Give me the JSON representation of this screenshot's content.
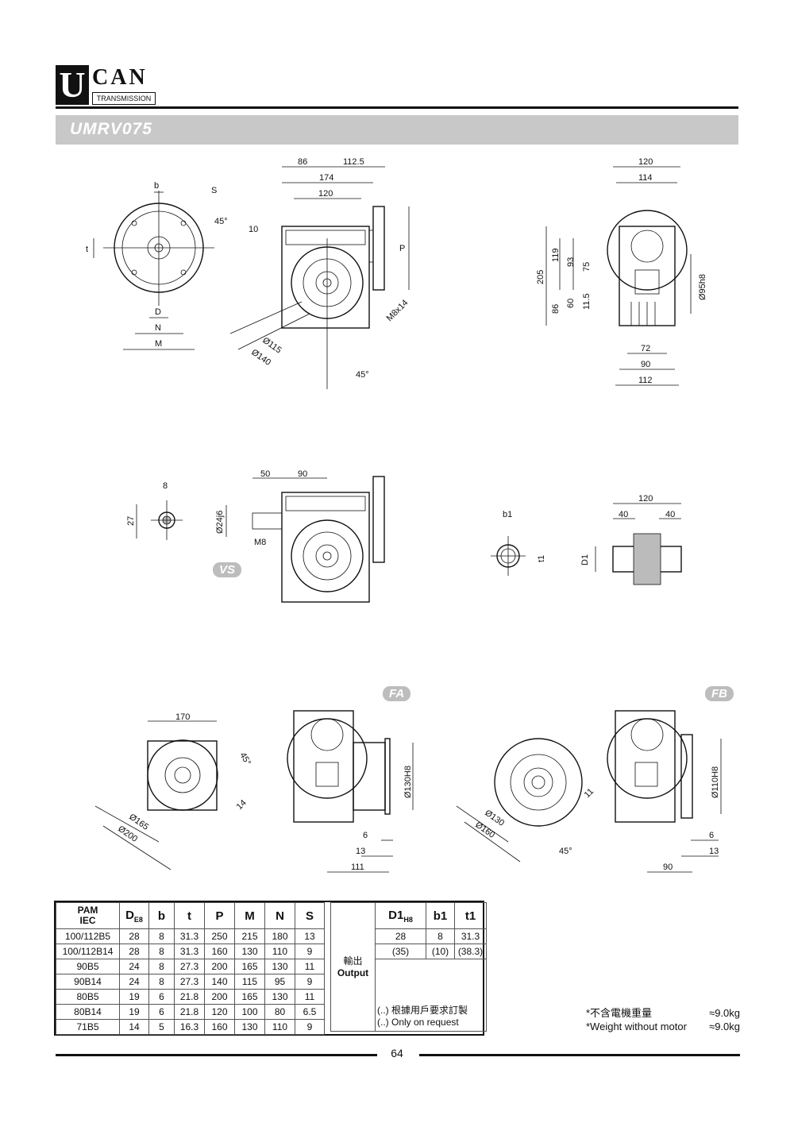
{
  "brand": {
    "initial": "U",
    "name": "CAN",
    "sub": "TRANSMISSION"
  },
  "title": "UMRV075",
  "badges": {
    "vs": "VS",
    "fa": "FA",
    "fb": "FB"
  },
  "dims": {
    "top_left": [
      "b",
      "S",
      "45°",
      "t",
      "D",
      "N",
      "M"
    ],
    "top_center": [
      "86",
      "112.5",
      "174",
      "120",
      "10",
      "P",
      "M8x14",
      "Ø115",
      "Ø140",
      "45°"
    ],
    "top_right": [
      "120",
      "114",
      "205",
      "119",
      "93",
      "75",
      "86",
      "60",
      "11.5",
      "Ø95h8",
      "72",
      "90",
      "112"
    ],
    "mid_left": [
      "8",
      "27",
      "50",
      "90",
      "Ø24j6",
      "M8"
    ],
    "mid_right": [
      "b1",
      "t1",
      "D1",
      "120",
      "40",
      "40"
    ],
    "bottom_left": [
      "170",
      "45°",
      "14",
      "Ø165",
      "Ø200",
      "Ø130H8",
      "6",
      "13",
      "111"
    ],
    "bottom_right": [
      "11",
      "Ø130",
      "Ø160",
      "45°",
      "Ø110H8",
      "6",
      "13",
      "90"
    ]
  },
  "spec_table": {
    "headers": [
      "PAM\nIEC",
      "D",
      "b",
      "t",
      "P",
      "M",
      "N",
      "S"
    ],
    "header_sub_d": "E8",
    "rows": [
      [
        "100/112B5",
        "28",
        "8",
        "31.3",
        "250",
        "215",
        "180",
        "13"
      ],
      [
        "100/112B14",
        "28",
        "8",
        "31.3",
        "160",
        "130",
        "110",
        "9"
      ],
      [
        "90B5",
        "24",
        "8",
        "27.3",
        "200",
        "165",
        "130",
        "11"
      ],
      [
        "90B14",
        "24",
        "8",
        "27.3",
        "140",
        "115",
        "95",
        "9"
      ],
      [
        "80B5",
        "19",
        "6",
        "21.8",
        "200",
        "165",
        "130",
        "11"
      ],
      [
        "80B14",
        "19",
        "6",
        "21.8",
        "120",
        "100",
        "80",
        "6.5"
      ],
      [
        "71B5",
        "14",
        "5",
        "16.3",
        "160",
        "130",
        "110",
        "9"
      ]
    ]
  },
  "output_table": {
    "label_cn": "輸出",
    "label_en": "Output",
    "headers": [
      "D1",
      "b1",
      "t1"
    ],
    "header_sub_d1": "H8",
    "rows": [
      [
        "28",
        "8",
        "31.3"
      ],
      [
        "(35)",
        "(10)",
        "(38.3)"
      ]
    ],
    "note_cn": "(..) 根據用戶要求訂製",
    "note_en": "(..) Only on request"
  },
  "weight": {
    "cn_label": "*不含電機重量",
    "cn_value": "≈9.0kg",
    "en_label": "*Weight without motor",
    "en_value": "≈9.0kg"
  },
  "page_number": "64"
}
